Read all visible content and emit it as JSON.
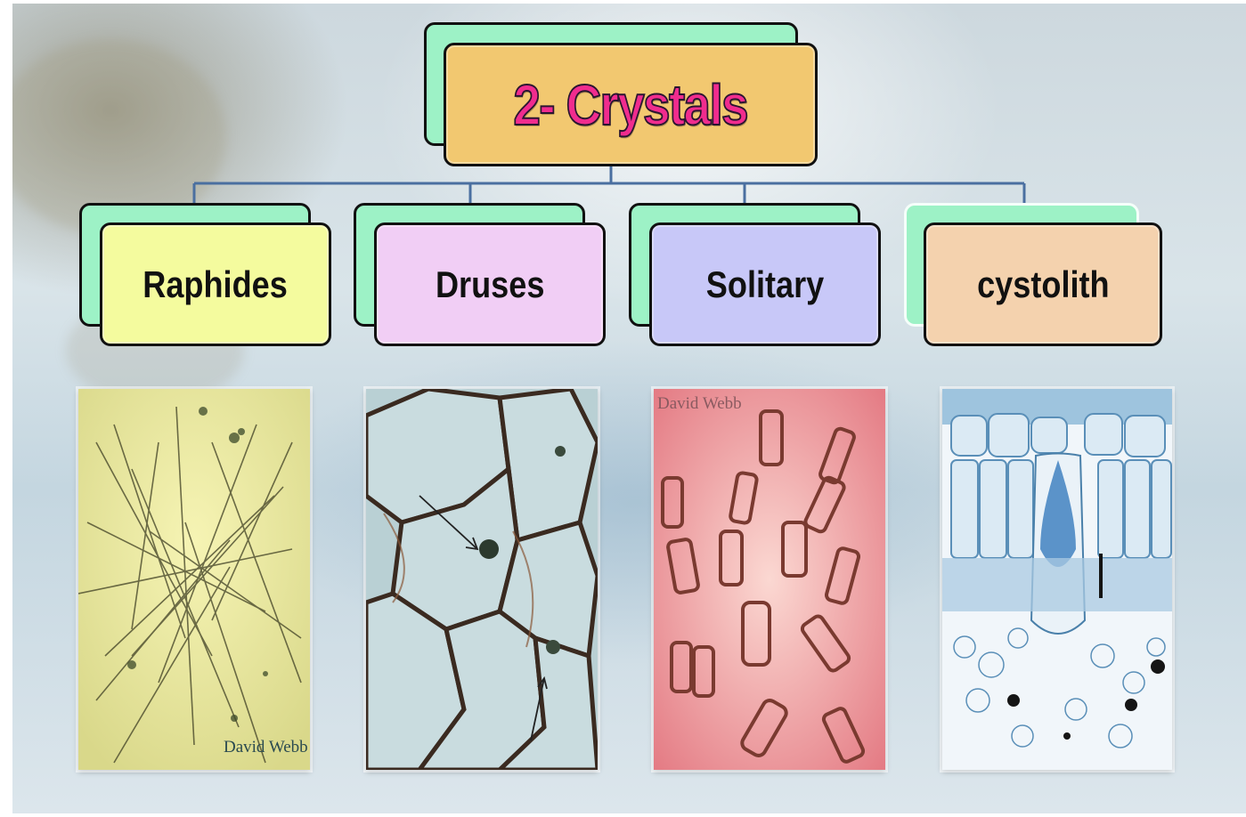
{
  "title": "2- Crystals",
  "colors": {
    "title_box": "#f2c870",
    "title_text": "#f02c8e",
    "back_box": "#9df2c6",
    "connector": "#4a6fa0"
  },
  "categories": [
    {
      "label": "Raphides",
      "color": "#f4fb9e",
      "image": "raphides-micrograph",
      "credit": "David Webb"
    },
    {
      "label": "Druses",
      "color": "#f1cef5",
      "image": "druses-micrograph",
      "credit": ""
    },
    {
      "label": "Solitary",
      "color": "#c8c8f8",
      "image": "solitary-crystals-micrograph",
      "credit": "David Webb"
    },
    {
      "label": "cystolith",
      "color": "#f4d2ae",
      "image": "cystolith-micrograph",
      "credit": ""
    }
  ]
}
